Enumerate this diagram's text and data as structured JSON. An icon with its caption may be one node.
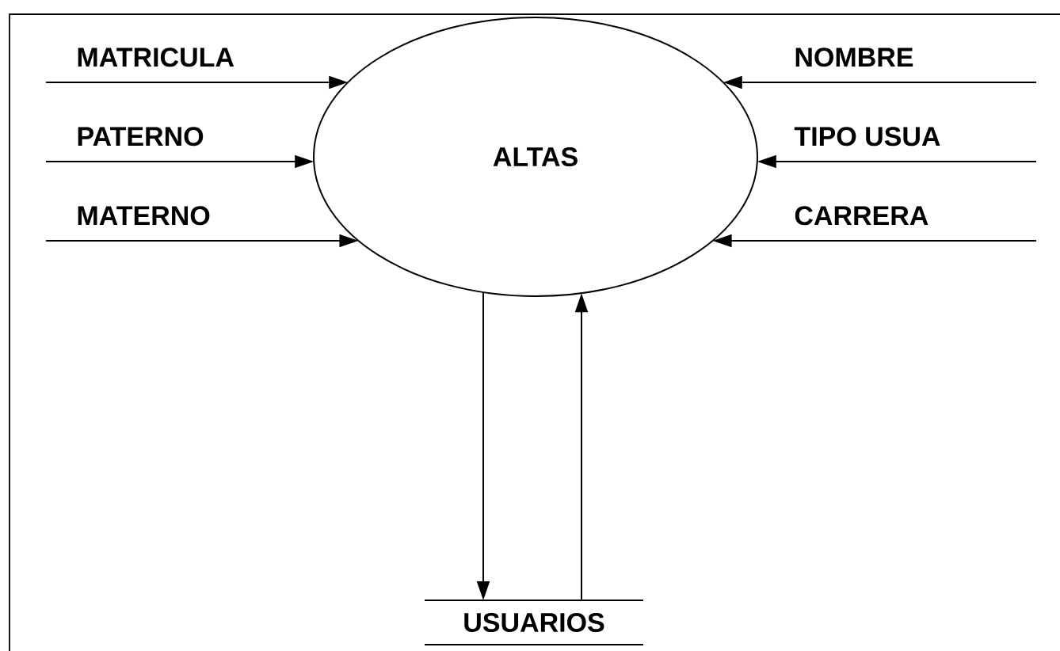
{
  "diagram": {
    "nodes": [
      {
        "text": [
          "ALTAS"
        ]
      },
      {
        "text": [
          "USUARIOS"
        ]
      }
    ],
    "edges": [
      {
        "from": null,
        "to": 0,
        "arrow": "to",
        "label": "MATRICULA"
      },
      {
        "from": null,
        "to": 0,
        "arrow": "to",
        "label": "PATERNO"
      },
      {
        "from": null,
        "to": 0,
        "arrow": "to",
        "label": "MATERNO"
      },
      {
        "from": null,
        "to": 0,
        "arrow": "to",
        "label": "NOMBRE"
      },
      {
        "from": null,
        "to": 0,
        "arrow": "to",
        "label": "TIPO USUA"
      },
      {
        "from": null,
        "to": 0,
        "arrow": "to",
        "label": "CARRERA"
      },
      {
        "from": 0,
        "to": 1,
        "arrow": "to"
      },
      {
        "from": 1,
        "to": 0,
        "arrow": "to"
      }
    ]
  }
}
